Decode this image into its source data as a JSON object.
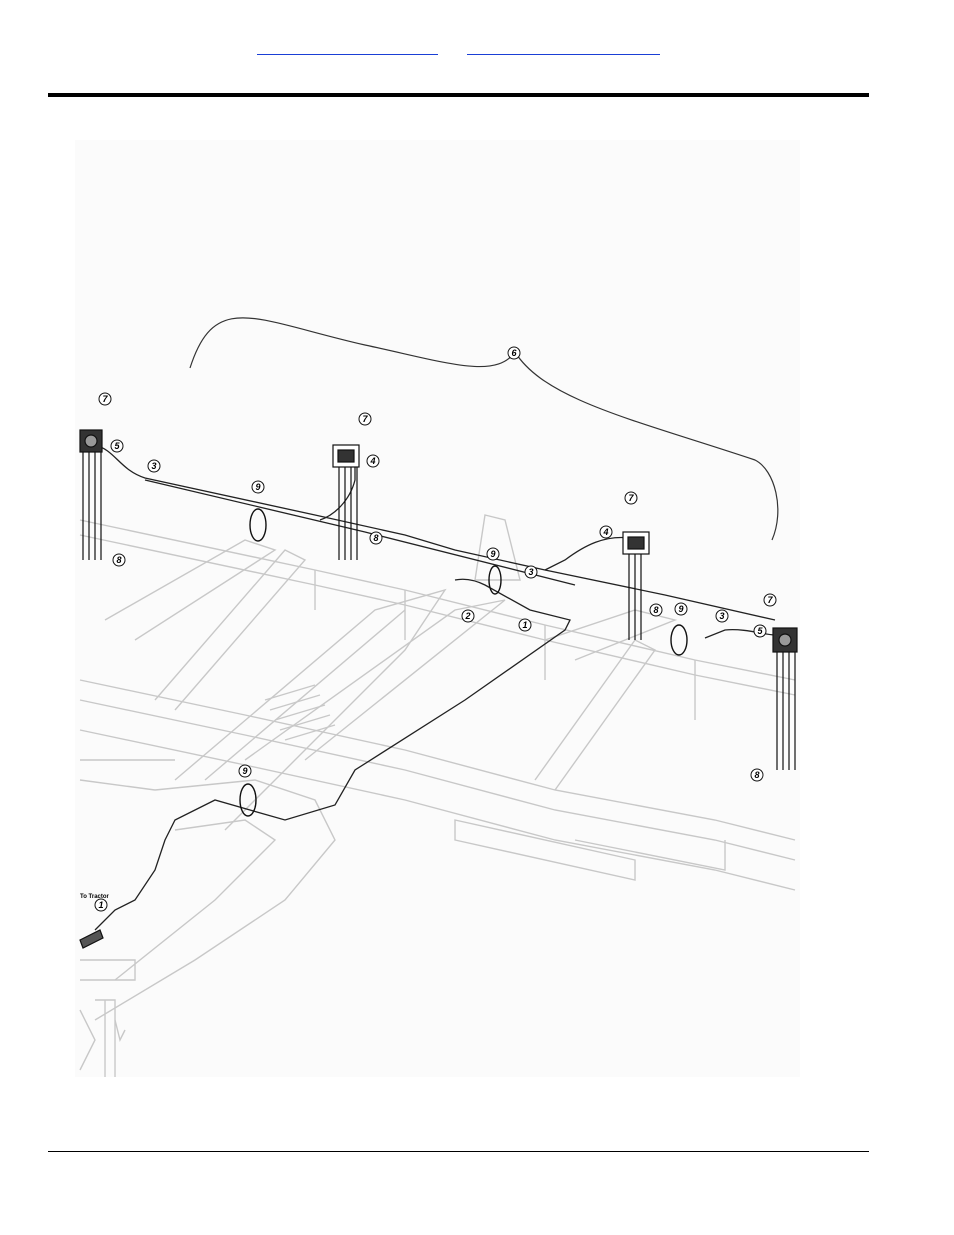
{
  "header": {
    "links": [
      {
        "label": ""
      },
      {
        "label": ""
      }
    ]
  },
  "figure": {
    "callouts": [
      "1",
      "2",
      "3",
      "4",
      "5",
      "6",
      "7",
      "8",
      "9"
    ],
    "tractor_label": "To Tractor"
  }
}
